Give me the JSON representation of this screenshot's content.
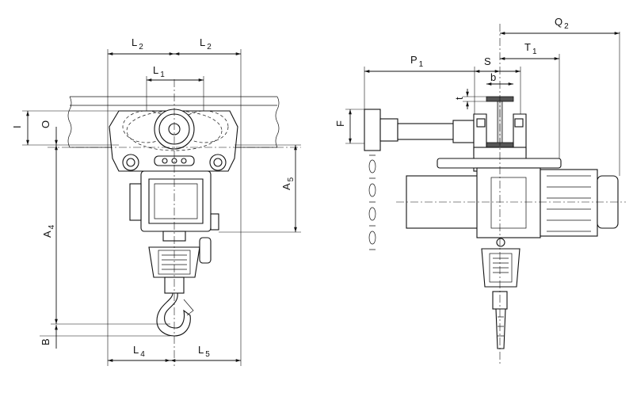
{
  "labels": {
    "L2_left": {
      "main": "L",
      "sub": "2"
    },
    "L2_right": {
      "main": "L",
      "sub": "2"
    },
    "L1": {
      "main": "L",
      "sub": "1"
    },
    "I": {
      "main": "I"
    },
    "O": {
      "main": "O"
    },
    "A4": {
      "main": "A",
      "sub": "4"
    },
    "A5": {
      "main": "A",
      "sub": "5"
    },
    "B": {
      "main": "B"
    },
    "L4": {
      "main": "L",
      "sub": "4"
    },
    "L5": {
      "main": "L",
      "sub": "5"
    },
    "P1": {
      "main": "P",
      "sub": "1"
    },
    "S": {
      "main": "S"
    },
    "b": {
      "main": "b"
    },
    "t": {
      "main": "t"
    },
    "F": {
      "main": "F"
    },
    "Q2": {
      "main": "Q",
      "sub": "2"
    },
    "T1": {
      "main": "T",
      "sub": "1"
    }
  }
}
